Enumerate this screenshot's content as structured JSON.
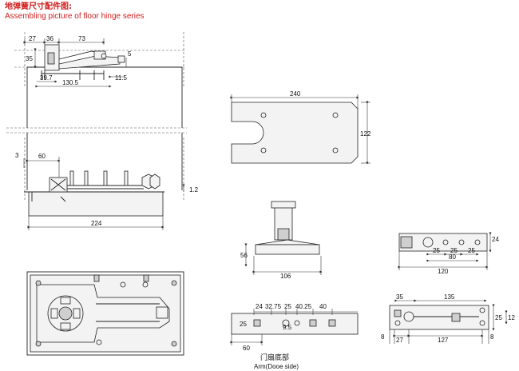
{
  "header": {
    "title_cn": "地弹簧尺寸配件图:",
    "title_en": "Assembling picture of floor hinge series"
  },
  "dimensions": {
    "top_left": [
      "27",
      "36",
      "73",
      "35",
      "5",
      "39.7",
      "11.5",
      "130.5"
    ],
    "mid_left": [
      "3",
      "60",
      "1.2",
      "224"
    ],
    "plate": [
      "240",
      "122"
    ],
    "side_view": [
      "56",
      "106"
    ],
    "arm_side": [
      "24",
      "25",
      "25",
      "25",
      "80",
      "120"
    ],
    "bottom_mid": [
      "24",
      "32.75",
      "25",
      "40.25",
      "40",
      "25",
      "9.5",
      "60"
    ],
    "bottom_right": [
      "35",
      "135",
      "25",
      "12",
      "8",
      "27",
      "127",
      "8"
    ]
  },
  "captions": {
    "arm_cn": "门扇底部",
    "arm_en": "Arm(Dooe side)"
  },
  "colors": {
    "title": "#d11f1f",
    "line": "#222222"
  }
}
